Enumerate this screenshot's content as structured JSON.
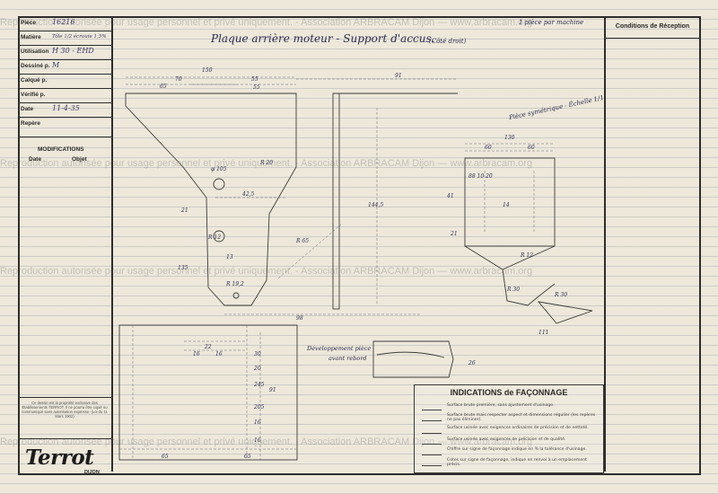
{
  "titleblock": {
    "rows": [
      {
        "label": "Pièce",
        "value": "16216"
      },
      {
        "label": "Matière",
        "value": "Tôle 1/2 écrouie 1,5%"
      },
      {
        "label": "Utilisation",
        "value": "H 30 - EHD"
      },
      {
        "label": "Dessiné p.",
        "value": "M"
      },
      {
        "label": "Calqué p.",
        "value": ""
      },
      {
        "label": "Vérifié p.",
        "value": ""
      },
      {
        "label": "Date",
        "value": "11-4-35"
      },
      {
        "label": "Repère",
        "value": ""
      }
    ],
    "modifications": {
      "title": "MODIFICATIONS",
      "date": "Date",
      "objet": "Objet"
    },
    "legal_note": "Ce dessin est la propriété exclusive des Établissements TERROT. Il ne pourra être copié ou communiqué sans autorisation expresse. (Loi du 11 Mars 1902)",
    "logo": "Terrot",
    "city": "DIJON"
  },
  "conditions": {
    "title": "Conditions de Réception"
  },
  "drawing": {
    "title": "Plaque arrière moteur - Support d'accus.",
    "title_note": "(Côté droit)",
    "copies_note": "1 pièce par machine",
    "echelle": "Pièce symétrique - Échelle 1/1",
    "developpement": [
      "Développement pièce",
      "avant rebord"
    ]
  },
  "dimensions": {
    "top": [
      "150",
      "70",
      "55",
      "65",
      "55",
      "91"
    ],
    "mid": [
      "φ 105",
      "R 20",
      "R 12",
      "R 65",
      "42,5",
      "13",
      "21",
      "R 19,2",
      "R 12",
      "R 30",
      "98",
      "144,5",
      "135",
      "111"
    ],
    "detail": [
      "130",
      "60",
      "60",
      "14",
      "88 10 20",
      "41",
      "21",
      "R 30"
    ],
    "lower": [
      "22",
      "16",
      "16",
      "30",
      "20",
      "245",
      "91",
      "65",
      "65",
      "26",
      "16",
      "205",
      "16"
    ]
  },
  "indications": {
    "title": "INDICATIONS de FAÇONNAGE",
    "lines": [
      "Surface brute première, sans ajustement d'usinage.",
      "Surface brute mais respecter aspect et dimensions régulier (les repères ne pas éliminer).",
      "Surface usinée avec exigences ordinaires de précision et de netteté.",
      "Surface usinée avec exigences de précision et de qualité.",
      "Chiffre sur signe de façonnage indique en % la tolérance d'usinage.",
      "Cotes sur signe de façonnage, indique en renvoi à un emplacement précis."
    ]
  },
  "watermark": "Reproduction autorisée pour usage personnel et privé uniquement. - Association ARBRACAM Dijon — www.arbracam.org"
}
